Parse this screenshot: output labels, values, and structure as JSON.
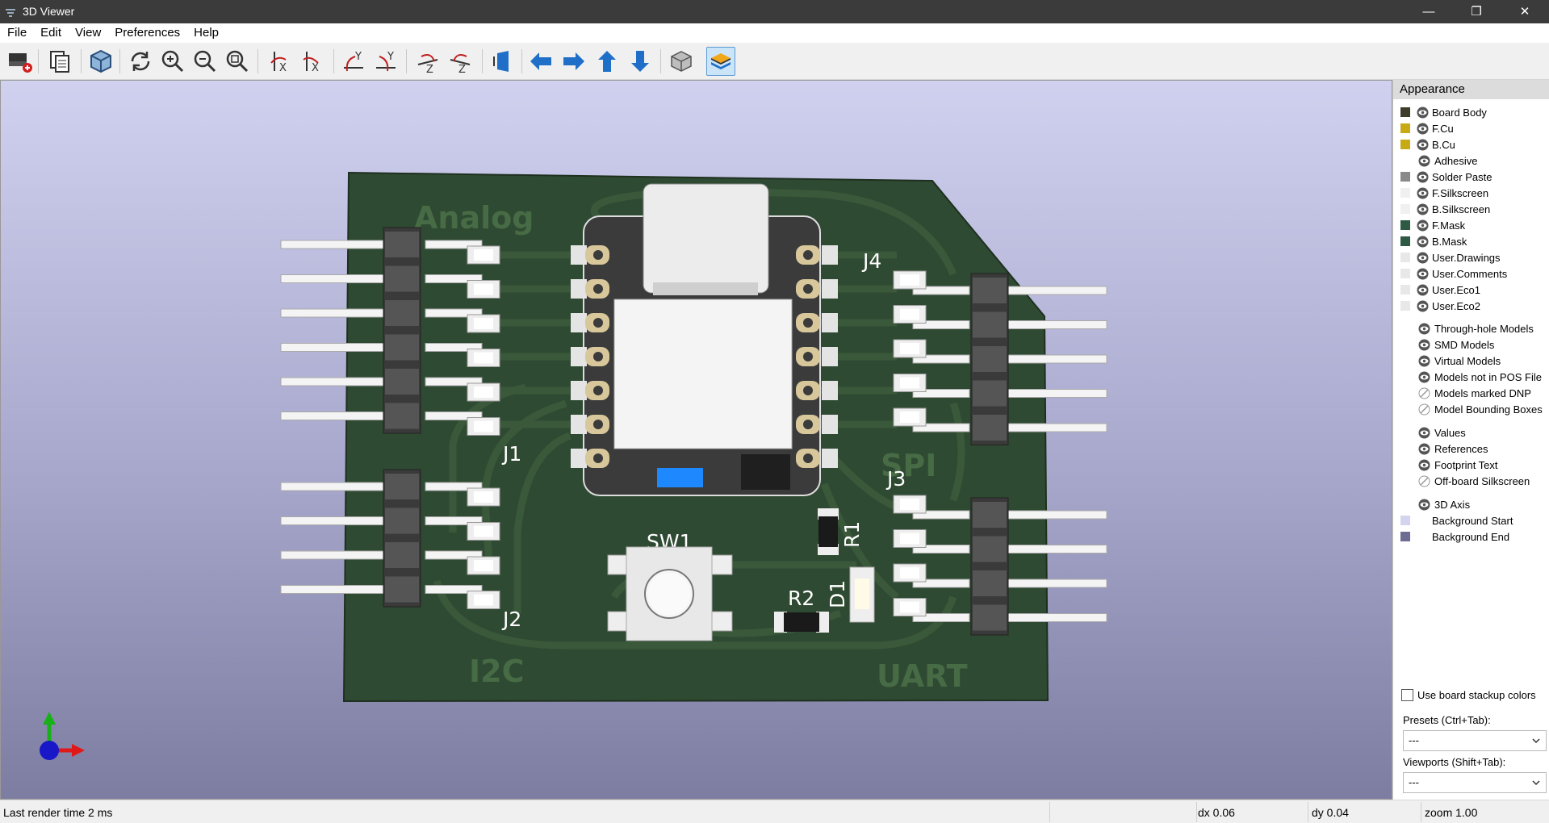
{
  "window": {
    "title": "3D Viewer",
    "minimize": "—",
    "maximize": "❐",
    "close": "✕"
  },
  "menu": [
    "File",
    "Edit",
    "View",
    "Preferences",
    "Help"
  ],
  "toolbar": {
    "buttons": [
      "render-mode",
      "copy-image",
      "board-view",
      "reload",
      "zoom-in",
      "zoom-out",
      "zoom-fit",
      "rotate-x-cw",
      "rotate-x-ccw",
      "rotate-y-cw",
      "rotate-y-ccw",
      "rotate-z-cw",
      "rotate-z-ccw",
      "flip-board",
      "pan-left",
      "pan-right",
      "pan-up",
      "pan-down",
      "orthographic",
      "layers-appearance"
    ]
  },
  "board": {
    "labels": {
      "analog": "Analog",
      "i2c": "I2C",
      "spi": "SPI",
      "uart": "UART"
    },
    "refs": {
      "j1": "J1",
      "j2": "J2",
      "j3": "J3",
      "j4": "J4",
      "sw1": "SW1",
      "r1": "R1",
      "r2": "R2",
      "d1": "D1"
    },
    "colors": {
      "board": "#2f4a32",
      "silk": "#476b45",
      "trace": "#3c5a3b",
      "pad": "#e0e0e0",
      "header": "#3a3a3a",
      "usb_led": "#1e88ff"
    }
  },
  "appearance": {
    "title": "Appearance",
    "layers": [
      {
        "label": "Board Body",
        "color": "#3d3d2a"
      },
      {
        "label": "F.Cu",
        "color": "#c8aa14"
      },
      {
        "label": "B.Cu",
        "color": "#c8aa14"
      },
      {
        "label": "Adhesive",
        "color": ""
      },
      {
        "label": "Solder Paste",
        "color": "#8a8a8a"
      },
      {
        "label": "F.Silkscreen",
        "color": "#f0f0f0"
      },
      {
        "label": "B.Silkscreen",
        "color": "#f0f0f0"
      },
      {
        "label": "F.Mask",
        "color": "#2e5a44"
      },
      {
        "label": "B.Mask",
        "color": "#2e5a44"
      },
      {
        "label": "User.Drawings",
        "color": "#e8e8e8"
      },
      {
        "label": "User.Comments",
        "color": "#e8e8e8"
      },
      {
        "label": "User.Eco1",
        "color": "#e8e8e8"
      },
      {
        "label": "User.Eco2",
        "color": "#e8e8e8"
      }
    ],
    "models": [
      {
        "label": "Through-hole Models",
        "visible": true
      },
      {
        "label": "SMD Models",
        "visible": true
      },
      {
        "label": "Virtual Models",
        "visible": true
      },
      {
        "label": "Models not in POS File",
        "visible": true
      },
      {
        "label": "Models marked DNP",
        "visible": false
      },
      {
        "label": "Model Bounding Boxes",
        "visible": false
      }
    ],
    "text": [
      {
        "label": "Values",
        "visible": true
      },
      {
        "label": "References",
        "visible": true
      },
      {
        "label": "Footprint Text",
        "visible": true
      },
      {
        "label": "Off-board Silkscreen",
        "visible": false
      }
    ],
    "axis": {
      "label": "3D Axis"
    },
    "bg": [
      {
        "label": "Background Start",
        "color": "#d4d4f0"
      },
      {
        "label": "Background End",
        "color": "#6c6c94"
      }
    ],
    "stackup_checkbox": "Use board stackup colors",
    "presets_label": "Presets (Ctrl+Tab):",
    "presets_value": "---",
    "viewports_label": "Viewports (Shift+Tab):",
    "viewports_value": "---"
  },
  "status": {
    "render_time": "Last render time 2 ms",
    "dx": "dx 0.06",
    "dy": "dy 0.04",
    "zoom": "zoom 1.00"
  }
}
